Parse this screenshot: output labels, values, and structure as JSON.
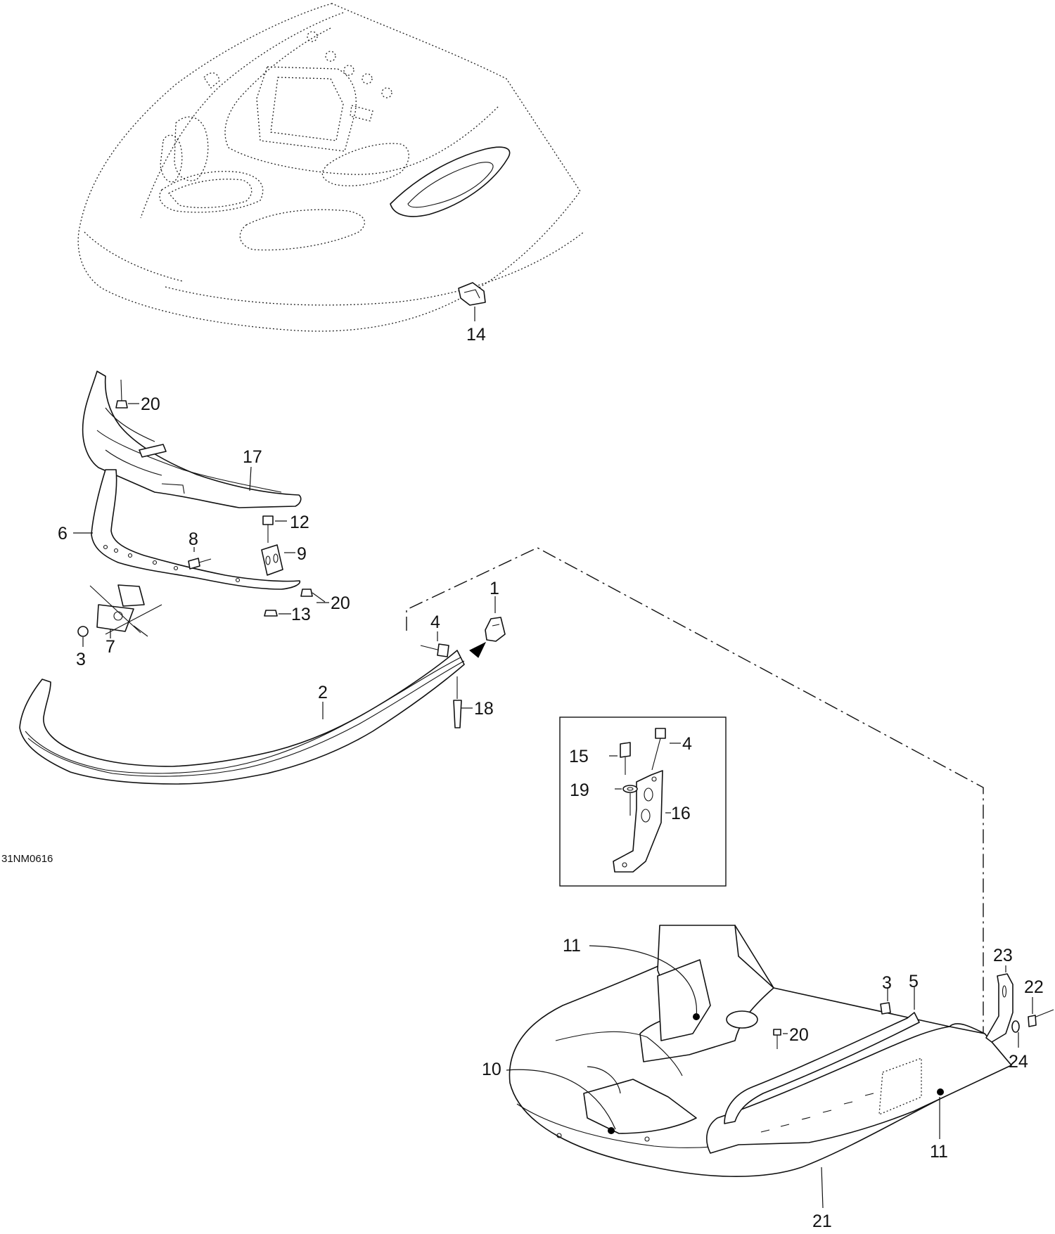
{
  "drawing_code": "31NM0616",
  "callouts": {
    "c1": "1",
    "c2": "2",
    "c3a": "3",
    "c3b": "3",
    "c4a": "4",
    "c4b": "4",
    "c5": "5",
    "c6": "6",
    "c7": "7",
    "c8": "8",
    "c9": "9",
    "c10": "10",
    "c11a": "11",
    "c11b": "11",
    "c12": "12",
    "c13": "13",
    "c14": "14",
    "c15": "15",
    "c16": "16",
    "c17": "17",
    "c18": "18",
    "c19": "19",
    "c20a": "20",
    "c20b": "20",
    "c20c": "20",
    "c21": "21",
    "c22": "22",
    "c23": "23",
    "c24": "24"
  }
}
